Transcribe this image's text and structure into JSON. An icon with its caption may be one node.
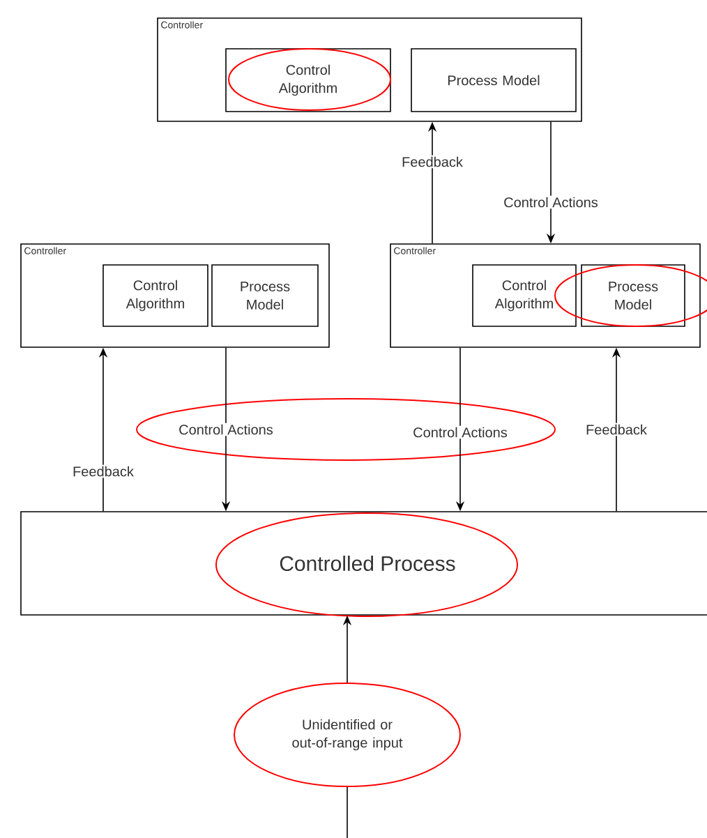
{
  "diagram": {
    "nodes": [
      {
        "text": [
          "Controller"
        ]
      },
      {
        "text": [
          "Control Algorithm"
        ],
        "in": 0
      },
      {
        "text": [
          "Process Model"
        ],
        "in": 0
      },
      {
        "text": [
          "Controller"
        ]
      },
      {
        "text": [
          "Control Algorithm"
        ],
        "in": 3
      },
      {
        "text": [
          "Process Model"
        ],
        "in": 3
      },
      {
        "text": [
          "Controller"
        ]
      },
      {
        "text": [
          "Control Algorithm"
        ],
        "in": 6
      },
      {
        "text": [
          "Process Model"
        ],
        "in": 6
      },
      {
        "text": [
          "Controlled Process"
        ]
      },
      {
        "text": [
          "Unidentified or out-of-range input"
        ]
      }
    ],
    "edges": [
      {
        "from": 6,
        "to": 0,
        "arrow": "to",
        "label": "Feedback"
      },
      {
        "from": 0,
        "to": 6,
        "arrow": "to",
        "label": "Control Actions"
      },
      {
        "from": 9,
        "to": 3,
        "arrow": "to",
        "label": "Feedback"
      },
      {
        "from": 3,
        "to": 9,
        "arrow": "to",
        "label": "Control Actions"
      },
      {
        "from": 6,
        "to": 9,
        "arrow": "to",
        "label": "Control Actions"
      },
      {
        "from": 9,
        "to": 6,
        "arrow": "to",
        "label": "Feedback"
      },
      {
        "from": 10,
        "to": 9,
        "arrow": "to"
      },
      {
        "from": null,
        "to": 10,
        "arrow": "none"
      }
    ]
  }
}
